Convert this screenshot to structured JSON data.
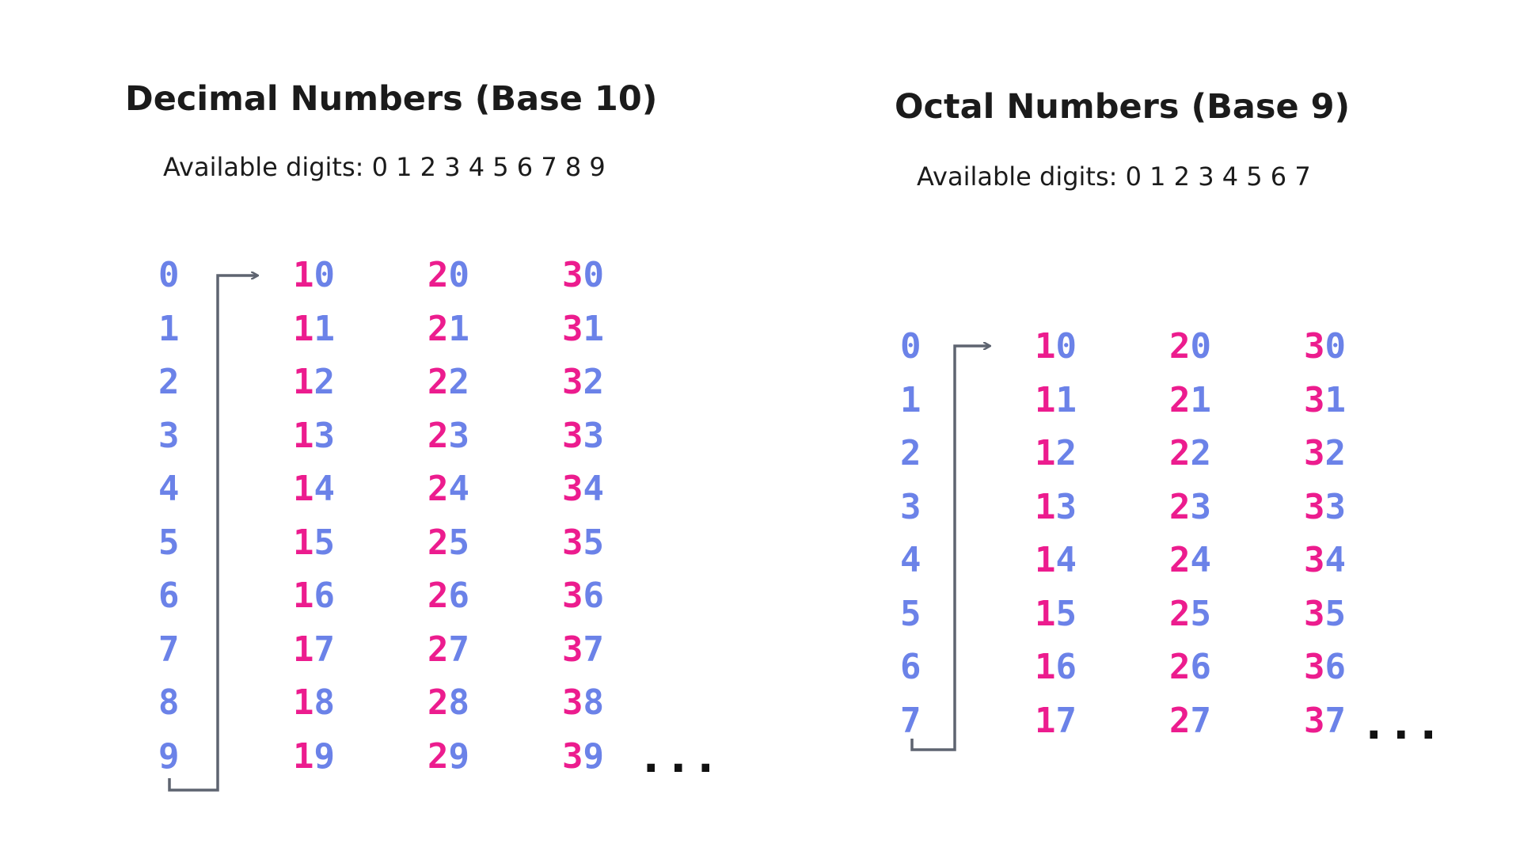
{
  "colors": {
    "high_digit": "#ec1c8e",
    "low_digit": "#6b82e8",
    "text": "#1b1b1b",
    "connector": "#5e6470"
  },
  "decimal": {
    "title": "Decimal Numbers (Base 10)",
    "available_digits": "Available digits: 0 1 2 3 4 5 6 7 8 9",
    "columns": [
      [
        "0",
        "1",
        "2",
        "3",
        "4",
        "5",
        "6",
        "7",
        "8",
        "9"
      ],
      [
        "10",
        "11",
        "12",
        "13",
        "14",
        "15",
        "16",
        "17",
        "18",
        "19"
      ],
      [
        "20",
        "21",
        "22",
        "23",
        "24",
        "25",
        "26",
        "27",
        "28",
        "29"
      ],
      [
        "30",
        "31",
        "32",
        "33",
        "34",
        "35",
        "36",
        "37",
        "38",
        "39"
      ]
    ],
    "ellipsis": "..."
  },
  "octal": {
    "title": "Octal Numbers (Base 9)",
    "available_digits": "Available digits: 0 1 2 3 4 5 6 7",
    "columns": [
      [
        "0",
        "1",
        "2",
        "3",
        "4",
        "5",
        "6",
        "7"
      ],
      [
        "10",
        "11",
        "12",
        "13",
        "14",
        "15",
        "16",
        "17"
      ],
      [
        "20",
        "21",
        "22",
        "23",
        "24",
        "25",
        "26",
        "27"
      ],
      [
        "30",
        "31",
        "32",
        "33",
        "34",
        "35",
        "36",
        "37"
      ]
    ],
    "ellipsis": "..."
  }
}
